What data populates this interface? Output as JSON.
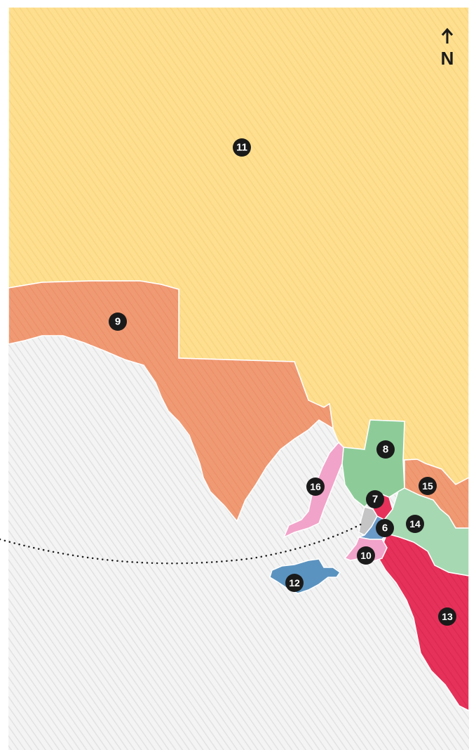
{
  "north": {
    "label": "N"
  },
  "colors": {
    "sea_light": "#f3f3f3",
    "sea_stripe": "#e3e3e3",
    "r11": "#fddf8f",
    "r9": "#f09a74",
    "r8": "#8dcc98",
    "r15": "#f09a74",
    "r14": "#a6d8b2",
    "r16": "#f2a3c9",
    "r7": "#e6325a",
    "r13": "#e6325a",
    "r6": "#6a9ac8",
    "r12": "#5b93c0",
    "r10": "#f2a3c9",
    "grey": "#c5c5c5",
    "marker": "#1a1a1a"
  },
  "regions": [
    {
      "id": "r11",
      "label": "11"
    },
    {
      "id": "r9",
      "label": "9"
    },
    {
      "id": "r8",
      "label": "8"
    },
    {
      "id": "r15",
      "label": "15"
    },
    {
      "id": "r16",
      "label": "16"
    },
    {
      "id": "r7",
      "label": "7"
    },
    {
      "id": "r14",
      "label": "14"
    },
    {
      "id": "r6",
      "label": "6"
    },
    {
      "id": "r10",
      "label": "10"
    },
    {
      "id": "r12",
      "label": "12"
    },
    {
      "id": "r13",
      "label": "13"
    }
  ]
}
